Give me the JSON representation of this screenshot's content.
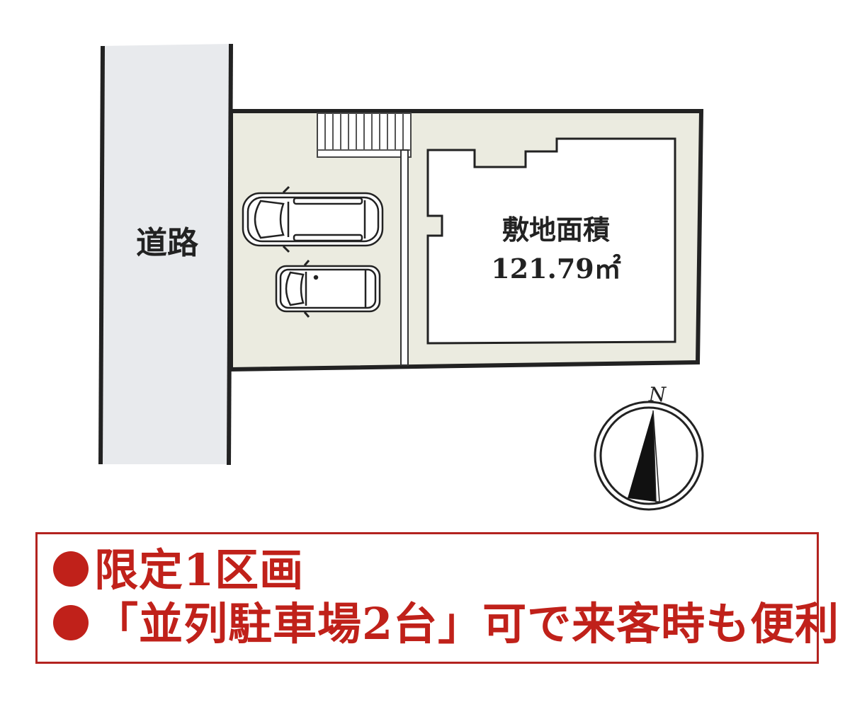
{
  "site_plan": {
    "road_label": "道路",
    "lot_area_label": "敷地面積",
    "lot_area_value": "121.79㎡",
    "north_label": "N",
    "parking_vehicles": [
      {
        "icon": "minivan-icon"
      },
      {
        "icon": "compact-car-icon"
      }
    ]
  },
  "promo_box": {
    "lines": [
      {
        "bullet": "●",
        "text": "限定1区画"
      },
      {
        "bullet": "●",
        "text": "「並列駐車場2台」可で来客時も便利"
      }
    ]
  },
  "colors": {
    "accent_red": "#c0211a",
    "border_red": "#b3231f",
    "road_fill": "#e8eaed",
    "lot_fill": "#ebebe0",
    "line": "#222222"
  }
}
